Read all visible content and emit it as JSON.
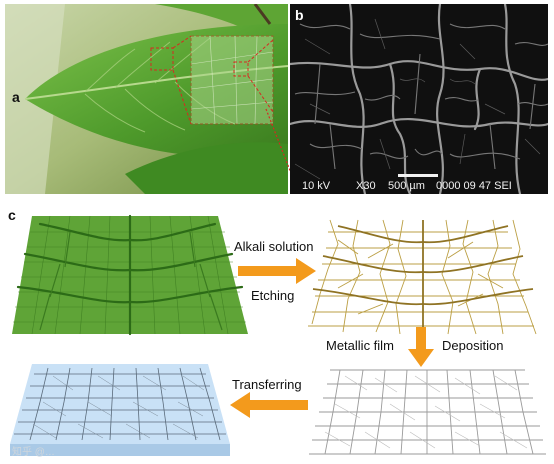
{
  "panels": {
    "a": {
      "label": "a"
    },
    "b": {
      "label": "b",
      "sem_info": {
        "voltage": "10 kV",
        "magnification": "X30",
        "scale": "500 µm",
        "code": "0000 09 47 SEI"
      }
    },
    "c": {
      "label": "c",
      "steps": {
        "alkali": "Alkali solution",
        "etching": "Etching",
        "metallic": "Metallic film",
        "deposition": "Deposition",
        "transferring": "Transferring"
      }
    }
  },
  "watermark": "知乎 @…",
  "colors": {
    "leaf_green": "#4f9a2c",
    "vein_dark_green": "#2c6b17",
    "skeleton_gold": "#b89a3a",
    "metal_gray": "#9a9a9a",
    "substrate_blue": "#c9e1f6",
    "arrow_orange": "#f39a1c",
    "zoom_red": "#d62a20"
  }
}
